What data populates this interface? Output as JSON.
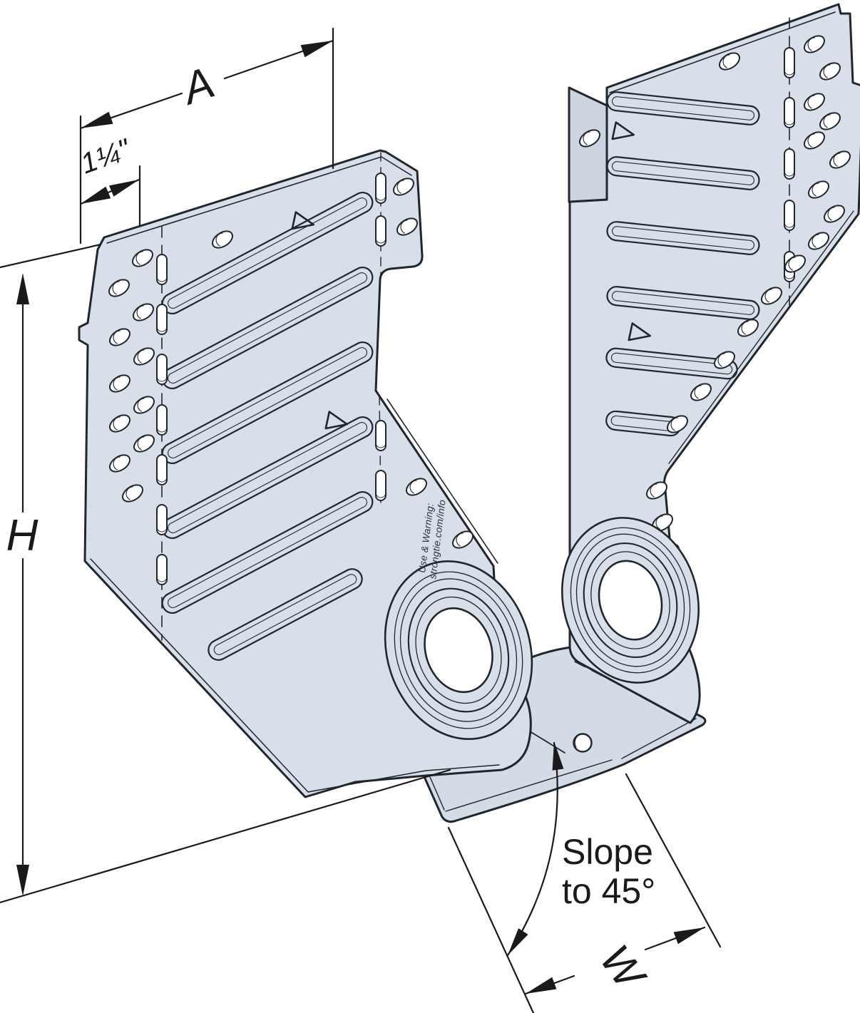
{
  "figure": {
    "description": "Technical line drawing of a slopeable joist hanger with dimension callouts",
    "labels": {
      "a": "A",
      "offset": "1¼\"",
      "height": "H",
      "width": "W",
      "slope_line1": "Slope",
      "slope_line2": "to 45°"
    },
    "stamp": {
      "line1": "Use & Warning:",
      "line2": "strongtie.com/info"
    },
    "colors": {
      "metal": "#d8dfe8",
      "metal_dark": "#ccd5df",
      "metal_seat": "#d3dbe5",
      "line": "#20262e",
      "text": "#1a1a1a",
      "background": "#ffffff"
    }
  }
}
